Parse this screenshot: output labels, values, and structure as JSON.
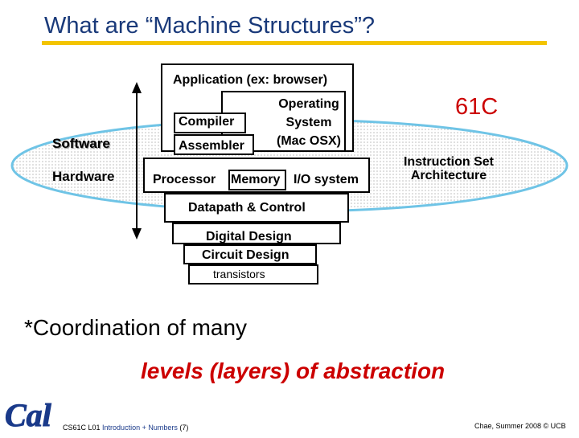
{
  "title": "What are “Machine Structures”?",
  "diagram": {
    "application": "Application (ex: browser)",
    "operating_system": [
      "Operating",
      "System",
      "(Mac OSX)"
    ],
    "compiler": "Compiler",
    "assembler": "Assembler",
    "software": "Software",
    "hardware": "Hardware",
    "processor": "Processor",
    "memory": "Memory",
    "io_system": "I/O system",
    "datapath": "Datapath & Control",
    "digital_design": "Digital Design",
    "circuit_design": "Circuit Design",
    "transistors": "transistors",
    "course": "61C",
    "isa": [
      "Instruction Set",
      "Architecture"
    ]
  },
  "bullet": "*Coordination of many",
  "emphasis": "levels (layers) of abstraction",
  "footer": {
    "course_code": "CS61C L01",
    "lecture": "Introduction + Numbers",
    "page": "(7)",
    "credit": "Chae, Summer 2008 © UCB"
  },
  "logo_text": "Cal",
  "colors": {
    "title": "#1a3a7a",
    "rule": "#f3c400",
    "accent": "#cc0000",
    "ellipse": "#6fc4e6"
  }
}
